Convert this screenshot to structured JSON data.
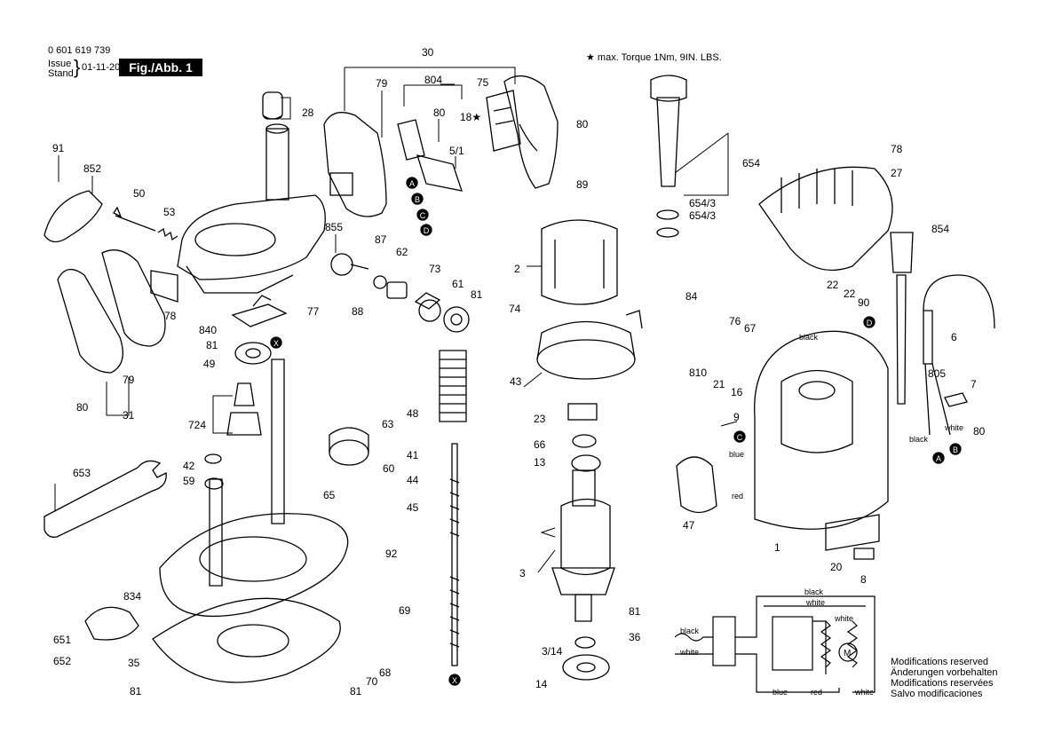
{
  "header": {
    "part_number": "0 601 619 739",
    "issue_label": "Issue",
    "stand_label": "Stand",
    "issue_date": "01-11-20",
    "figure_label": "Fig./Abb. 1",
    "torque_note": "★ max. Torque 1Nm,  9IN. LBS."
  },
  "modifications": [
    "Modifications reserved",
    "Änderungen vorbehalten",
    "Modifications reservées",
    "Salvo modificaciones"
  ],
  "callouts": {
    "c30": "30",
    "c79a": "79",
    "c804": "804",
    "c75": "75",
    "c80a": "80",
    "c18": "18★",
    "c5_1": "5/1",
    "c28": "28",
    "c91": "91",
    "c852": "852",
    "c50": "50",
    "c53": "53",
    "c855": "855",
    "c87": "87",
    "c62": "62",
    "c73": "73",
    "c61": "61",
    "c81a": "81",
    "c77": "77",
    "c88": "88",
    "c78a": "78",
    "c840": "840",
    "c81b": "81",
    "c49": "49",
    "c80b": "80",
    "c79b": "79",
    "c31": "31",
    "c80c": "80",
    "c89": "89",
    "c2": "2",
    "c74": "74",
    "c43": "43",
    "c48": "48",
    "c23": "23",
    "c66": "66",
    "c13": "13",
    "c41": "41",
    "c44": "44",
    "c45": "45",
    "c3": "3",
    "c81c": "81",
    "c36": "36",
    "c3_14": "3/14",
    "c14": "14",
    "c724": "724",
    "c63": "63",
    "c42": "42",
    "c59": "59",
    "c60": "60",
    "c65": "65",
    "c653": "653",
    "c92": "92",
    "c834": "834",
    "c651": "651",
    "c652": "652",
    "c35": "35",
    "c69": "69",
    "c68": "68",
    "c70": "70",
    "c81d": "81",
    "c81e": "81",
    "c654": "654",
    "c654_3a": "654/3",
    "c654_3b": "654/3",
    "c78b": "78",
    "c27": "27",
    "c854": "854",
    "c22a": "22",
    "c22b": "22",
    "c90": "90",
    "c84": "84",
    "c76": "76",
    "c67": "67",
    "c810": "810",
    "c21": "21",
    "c16": "16",
    "c6": "6",
    "c805": "805",
    "c7": "7",
    "c80d": "80",
    "c9": "9",
    "c47": "47",
    "c1": "1",
    "c20": "20",
    "c8": "8"
  },
  "markers": {
    "A": "A",
    "B": "B",
    "C": "C",
    "D": "D",
    "X": "X"
  },
  "wire_labels": {
    "black": "black",
    "white": "white",
    "blue": "blue",
    "red": "red"
  },
  "colors": {
    "ink": "#000000",
    "paper": "#ffffff",
    "figure_box": "#000000"
  }
}
